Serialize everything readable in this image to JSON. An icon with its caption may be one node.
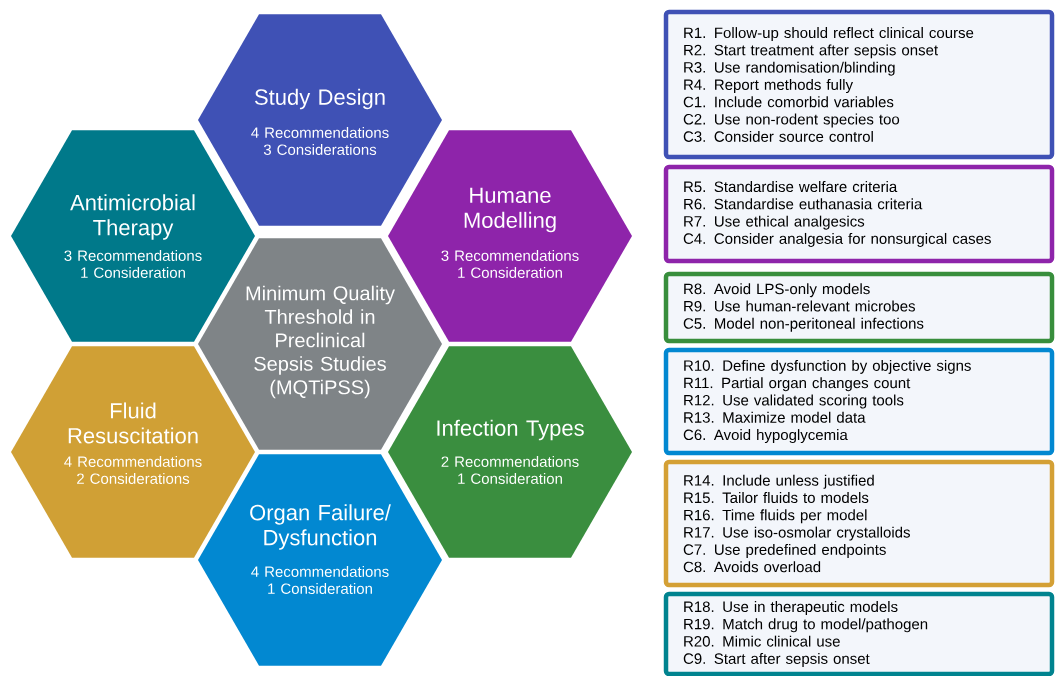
{
  "diagram": {
    "nodes": [
      {
        "text": [
          "Study Design",
          "4 Recommendations 3 Considerations"
        ]
      },
      {
        "text": [
          "Antimicrobial Therapy",
          "3 Recommendations 1 Consideration"
        ]
      },
      {
        "text": [
          "Humane Modelling",
          "3 Recommendations 1 Consideration"
        ]
      },
      {
        "text": [
          "Minimum Quality Threshold in Preclinical Sepsis Studies (MQTiPSS)"
        ]
      },
      {
        "text": [
          "Fluid Resuscitation",
          "4 Recommendations 2 Considerations"
        ]
      },
      {
        "text": [
          "Infection Types",
          "2 Recommendations 1 Consideration"
        ]
      },
      {
        "text": [
          "Organ Failure/ Dysfunction",
          "4 Recommendations 1 Consideration"
        ]
      },
      {
        "text": [
          "R1. Follow-up should reflect clinical course",
          "R2. Start treatment after sepsis onset",
          "R3. Use randomisation/blinding",
          "R4. Report methods fully",
          "C1. Include comorbid variables",
          "C2. Use non-rodent species too",
          "C3. Consider source control"
        ]
      },
      {
        "text": [
          "R5. Standardise welfare criteria",
          "R6. Standardise euthanasia criteria",
          "R7. Use ethical analgesics",
          "C4. Consider analgesia for nonsurgical cases"
        ]
      },
      {
        "text": [
          "R8. Avoid LPS-only models",
          "R9. Use human-relevant microbes",
          "C5. Model non-peritoneal infections"
        ]
      },
      {
        "text": [
          "R10. Define dysfunction by objective signs",
          "R11. Partial organ changes count",
          "R12. Use validated scoring tools",
          "R13. Maximize model data",
          "C6. Avoid hypoglycemia"
        ]
      },
      {
        "text": [
          "R14. Include unless justified",
          "R15. Tailor fluids to models",
          "R16. Time fluids per model",
          "R17. Use iso-osmolar crystalloids",
          "C7. Use predefined endpoints",
          "C8. Avoids overload"
        ]
      },
      {
        "text": [
          "R18. Use in therapeutic models",
          "R19. Match drug to model/pathogen",
          "R20. Mimic clinical use",
          "C9. Start after sepsis onset"
        ]
      }
    ]
  }
}
